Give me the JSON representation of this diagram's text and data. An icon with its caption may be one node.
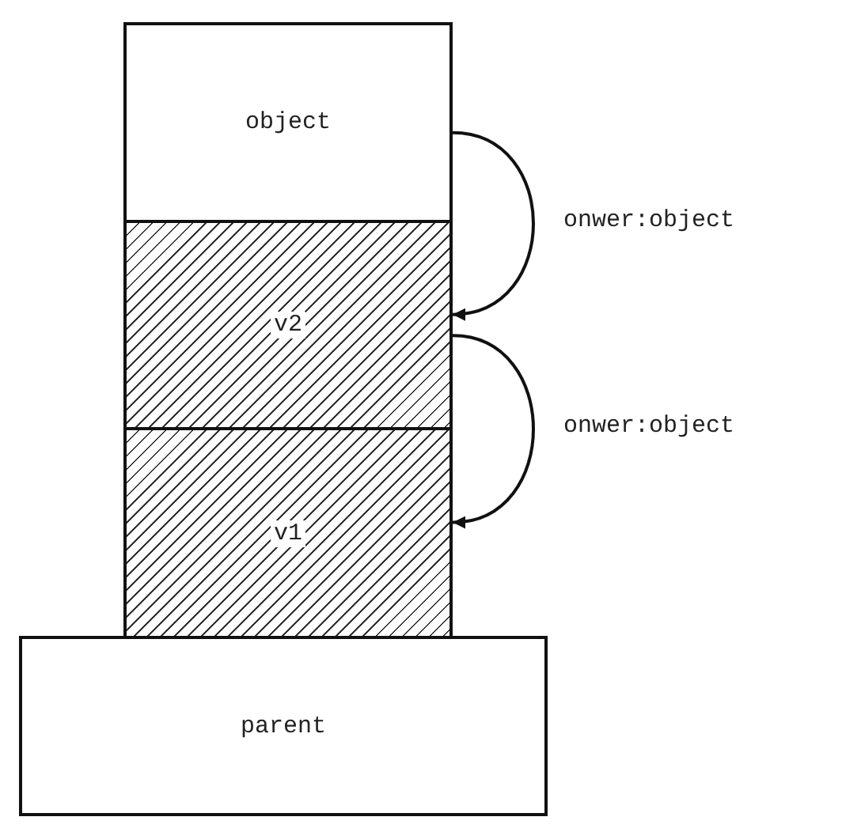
{
  "diagram": {
    "nodes": [
      {
        "text": [
          "object"
        ]
      },
      {
        "text": [
          "v2"
        ]
      },
      {
        "text": [
          "v1"
        ]
      },
      {
        "text": [
          "parent"
        ]
      }
    ],
    "edges": [
      {
        "from": 0,
        "to": 1,
        "label": "onwer:object",
        "arrow": "to"
      },
      {
        "from": 1,
        "to": 2,
        "label": "onwer:object",
        "arrow": "to"
      }
    ]
  }
}
